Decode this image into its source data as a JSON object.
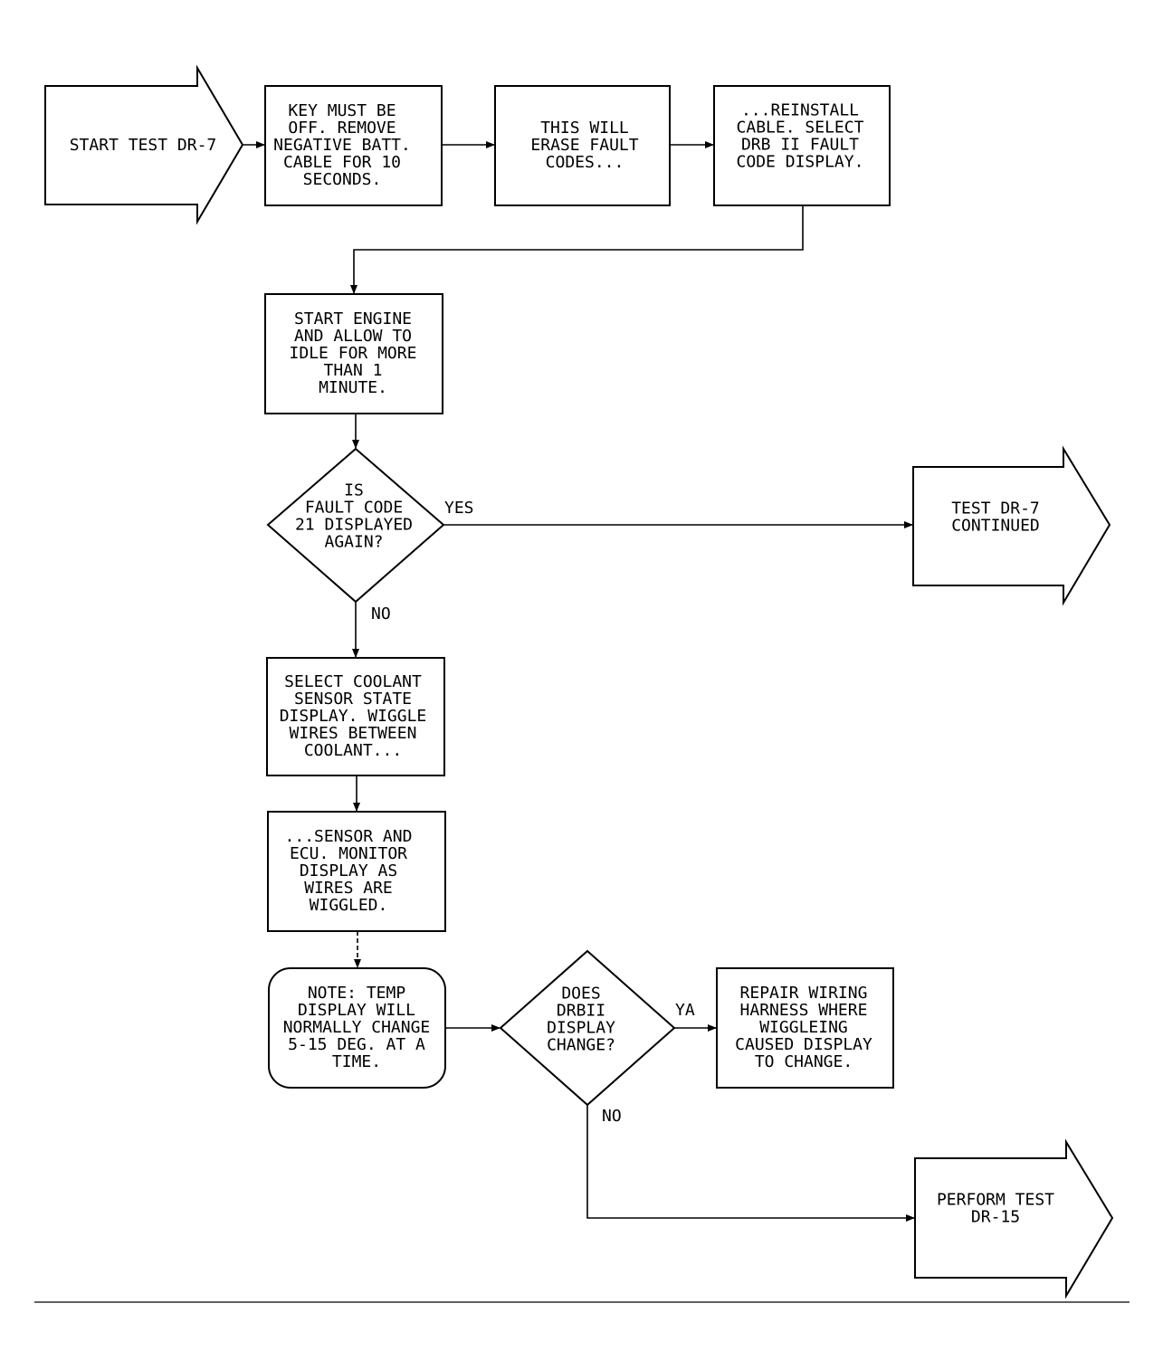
{
  "nodes": {
    "start": {
      "lines": [
        "START TEST DR-7"
      ]
    },
    "key_off": {
      "lines": [
        "KEY MUST BE",
        "OFF. REMOVE",
        "NEGATIVE BATT.",
        "CABLE FOR 10",
        "SECONDS."
      ]
    },
    "erase": {
      "lines": [
        "THIS WILL",
        "ERASE FAULT",
        "CODES..."
      ]
    },
    "reinstall": {
      "lines": [
        "...REINSTALL",
        "CABLE. SELECT",
        "DRB II FAULT",
        "CODE DISPLAY."
      ]
    },
    "start_engine": {
      "lines": [
        "START ENGINE",
        "AND ALLOW TO",
        "IDLE FOR MORE",
        "THAN 1",
        "MINUTE."
      ]
    },
    "decision_21": {
      "lines": [
        "IS",
        "FAULT CODE",
        "21 DISPLAYED",
        "AGAIN?"
      ]
    },
    "continued": {
      "lines": [
        "TEST DR-7",
        "CONTINUED"
      ]
    },
    "select_coolant": {
      "lines": [
        "SELECT COOLANT",
        "SENSOR STATE",
        "DISPLAY. WIGGLE",
        "WIRES BETWEEN",
        "COOLANT..."
      ]
    },
    "sensor_ecu": {
      "lines": [
        "...SENSOR AND",
        "ECU. MONITOR",
        "DISPLAY AS",
        "WIRES ARE",
        "WIGGLED."
      ]
    },
    "note": {
      "lines": [
        "NOTE: TEMP",
        "DISPLAY WILL",
        "NORMALLY CHANGE",
        "5-15 DEG. AT A",
        "TIME."
      ]
    },
    "decision_drb": {
      "lines": [
        "DOES",
        "DRBII",
        "DISPLAY",
        "CHANGE?"
      ]
    },
    "repair": {
      "lines": [
        "REPAIR WIRING",
        "HARNESS WHERE",
        "WIGGLEING",
        "CAUSED DISPLAY",
        "TO CHANGE."
      ]
    },
    "perform": {
      "lines": [
        "PERFORM TEST",
        "DR-15"
      ]
    }
  },
  "branches": {
    "yes_1": "YES",
    "no_1": "NO",
    "yes_2": "YA",
    "no_2": "NO"
  },
  "colors": {
    "ink": "#000000",
    "paper": "#ffffff"
  }
}
